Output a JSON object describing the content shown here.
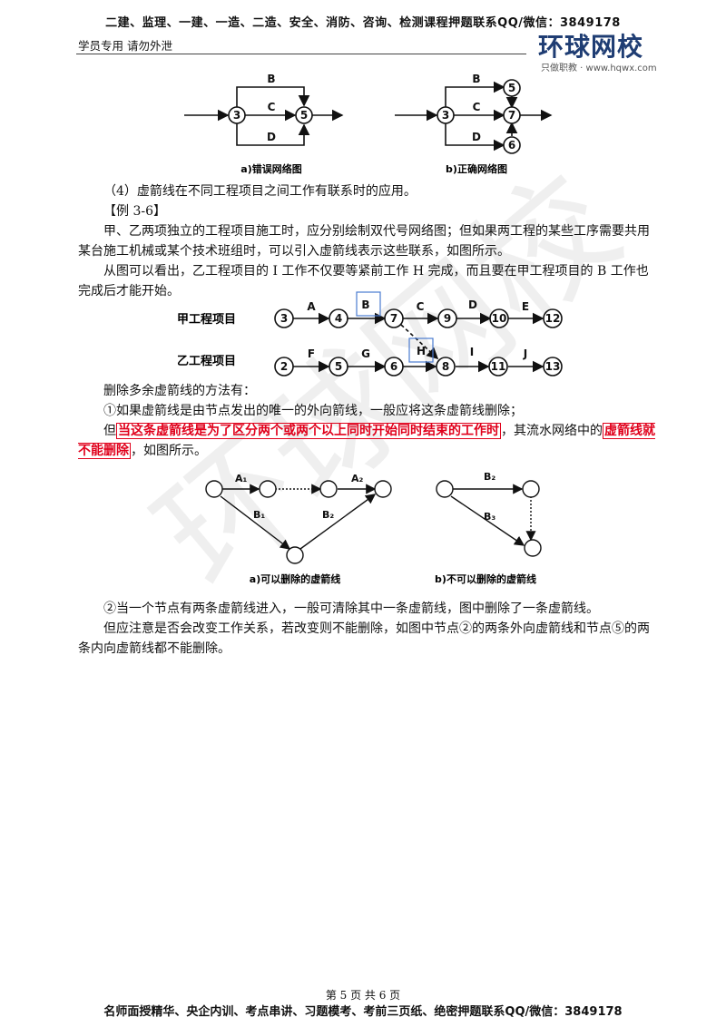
{
  "header": {
    "top_line": "二建、监理、一建、一造、二造、安全、消防、咨询、检测课程押题联系QQ/微信：3849178",
    "left_note": "学员专用 请勿外泄",
    "logo": "环球网校",
    "logo_sub": "只做职教 · www.hqwx.com"
  },
  "fig1": {
    "caption_a": "a)错误网络图",
    "caption_b": "b)正确网络图",
    "nodes_a": [
      "3",
      "5"
    ],
    "nodes_b": [
      "3",
      "5",
      "7",
      "6"
    ],
    "labels": [
      "B",
      "C",
      "D"
    ]
  },
  "text": {
    "para4": "（4）虚箭线在不同工程项目之间工作有联系时的应用。",
    "example": "【例 3-6】",
    "para_a": "甲、乙两项独立的工程项目施工时，应分别绘制双代号网络图；但如果两工程的某些工序需要共用某台施工机械或某个技术班组时，可以引入虚箭线表示这些联系，如图所示。",
    "para_b": "从图可以看出，乙工程项目的 I 工作不仅要等紧前工作 H 完成，而且要在甲工程项目的 B 工作也完成后才能开始。",
    "delete_title": "删除多余虚箭线的方法有：",
    "rule1": "①如果虚箭线是由节点发出的唯一的外向箭线，一般应将这条虚箭线删除；",
    "rule1b_pre": "但",
    "rule1b_red": "当这条虚箭线是为了区分两个或两个以上同时开始同时结束的工作时",
    "rule1b_mid": "，其流水网络中的",
    "rule1b_red2": "虚箭线就不能删除",
    "rule1b_post": "，如图所示。",
    "rule2": "②当一个节点有两条虚箭线进入，一般可清除其中一条虚箭线，图中删除了一条虚箭线。",
    "rule2b": "但应注意是否会改变工作关系，若改变则不能删除，如图中节点②的两条外向虚箭线和节点⑤的两条内向虚箭线都不能删除。"
  },
  "fig2": {
    "row1_label": "甲工程项目",
    "row2_label": "乙工程项目",
    "row1_nodes": [
      "3",
      "4",
      "7",
      "9",
      "10",
      "12"
    ],
    "row1_works": [
      "A",
      "B",
      "C",
      "D",
      "E"
    ],
    "row2_nodes": [
      "2",
      "5",
      "6",
      "8",
      "11",
      "13"
    ],
    "row2_works": [
      "F",
      "G",
      "H",
      "I",
      "J"
    ]
  },
  "fig3": {
    "caption_a": "a)可以删除的虚箭线",
    "caption_b": "b)不可以删除的虚箭线",
    "labels_a": [
      "A₁",
      "A₂",
      "B₁",
      "B₂"
    ],
    "labels_b": [
      "B₂",
      "B₃"
    ]
  },
  "footer": {
    "page": "第 5 页 共 6 页",
    "note": "名师面授精华、央企内训、考点串讲、习题模考、考前三页纸、绝密押题联系QQ/微信：3849178"
  }
}
